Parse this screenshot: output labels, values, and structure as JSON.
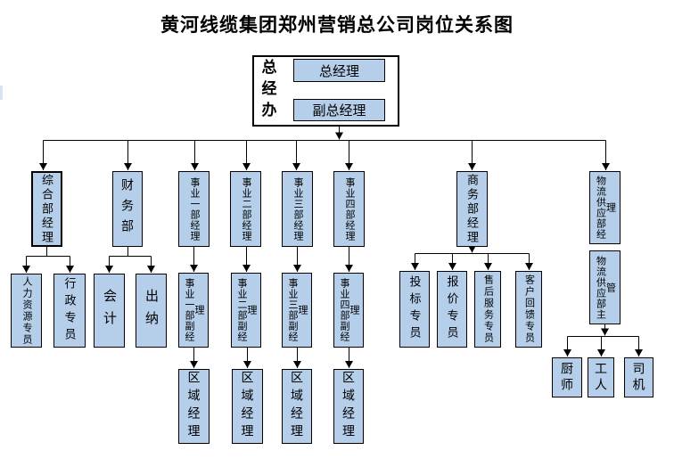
{
  "title": "黄河线缆集团郑州营销总公司岗位关系图",
  "colors": {
    "node_fill": "#b5cee9",
    "node_border": "#000000",
    "connector": "#000000",
    "background": "#ffffff"
  },
  "executive_office": {
    "group_label": "总经办",
    "general_manager": "总经理",
    "deputy_general_manager": "副总经理"
  },
  "nodes": {
    "general_office_manager": "综合部经理",
    "finance_dept": "财务部",
    "business_dept1_manager": "事业一部经理",
    "business_dept2_manager": "事业二部经理",
    "business_dept3_manager": "事业三部经理",
    "business_dept4_manager": "事业四部经理",
    "commerce_dept_manager": "商务部经理",
    "logistics_supply_dept_manager": "物流供应部经理",
    "hr_specialist": "人力资源专员",
    "admin_specialist": "行政专员",
    "accountant": "会计",
    "cashier": "出纳",
    "business_dept1_deputy_manager": "事业一部副经理",
    "business_dept2_deputy_manager": "事业二部副经理",
    "business_dept3_deputy_manager": "事业三部副经理",
    "business_dept4_deputy_manager": "事业四部副经理",
    "bidding_specialist": "投标专员",
    "quotation_specialist": "报价专员",
    "after_sales_service_specialist": "售后服务专员",
    "customer_feedback_specialist": "客户回馈专员",
    "logistics_supply_dept_supervisor": "物流供应部主管",
    "regional_manager_1": "区域经理",
    "regional_manager_2": "区域经理",
    "regional_manager_3": "区域经理",
    "regional_manager_4": "区域经理",
    "cook": "厨师",
    "worker": "工人",
    "driver": "司机"
  },
  "hierarchy": [
    {
      "from": "总经理",
      "to": [
        "副总经理"
      ]
    },
    {
      "from": "副总经理",
      "to": [
        "综合部经理",
        "财务部",
        "事业一部经理",
        "事业二部经理",
        "事业三部经理",
        "事业四部经理",
        "商务部经理",
        "物流供应部经理"
      ]
    },
    {
      "from": "综合部经理",
      "to": [
        "人力资源专员",
        "行政专员"
      ]
    },
    {
      "from": "财务部",
      "to": [
        "会计",
        "出纳"
      ]
    },
    {
      "from": "事业一部经理",
      "to": [
        "事业一部副经理"
      ]
    },
    {
      "from": "事业二部经理",
      "to": [
        "事业二部副经理"
      ]
    },
    {
      "from": "事业三部经理",
      "to": [
        "事业三部副经理"
      ]
    },
    {
      "from": "事业四部经理",
      "to": [
        "事业四部副经理"
      ]
    },
    {
      "from": "事业一部副经理",
      "to": [
        "区域经理"
      ]
    },
    {
      "from": "事业二部副经理",
      "to": [
        "区域经理"
      ]
    },
    {
      "from": "事业三部副经理",
      "to": [
        "区域经理"
      ]
    },
    {
      "from": "事业四部副经理",
      "to": [
        "区域经理"
      ]
    },
    {
      "from": "商务部经理",
      "to": [
        "投标专员",
        "报价专员",
        "售后服务专员",
        "客户回馈专员"
      ]
    },
    {
      "from": "物流供应部经理",
      "to": [
        "物流供应部主管"
      ]
    },
    {
      "from": "物流供应部主管",
      "to": [
        "厨师",
        "工人",
        "司机"
      ]
    }
  ]
}
